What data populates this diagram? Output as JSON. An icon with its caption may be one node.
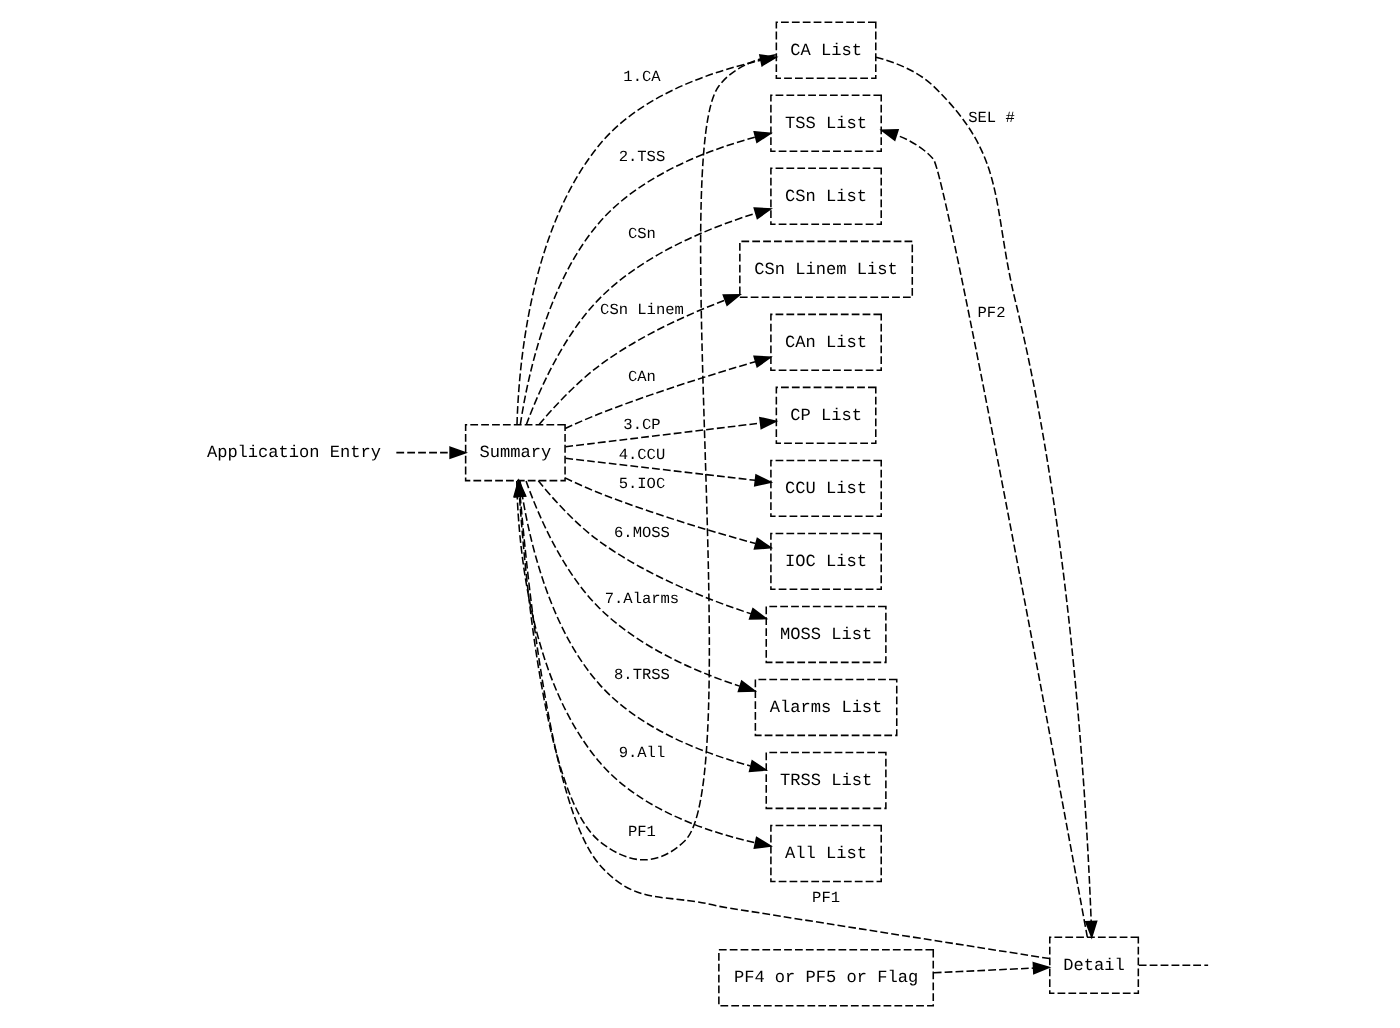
{
  "diagram": {
    "nodes": [
      {
        "text": [
          "Application Entry"
        ]
      },
      {
        "text": [
          "Summary"
        ]
      },
      {
        "text": [
          "CA List"
        ]
      },
      {
        "text": [
          "TSS List"
        ]
      },
      {
        "text": [
          "CSn List"
        ]
      },
      {
        "text": [
          "CSn Linem List"
        ]
      },
      {
        "text": [
          "CAn List"
        ]
      },
      {
        "text": [
          "CP List"
        ]
      },
      {
        "text": [
          "CCU List"
        ]
      },
      {
        "text": [
          "IOC List"
        ]
      },
      {
        "text": [
          "MOSS List"
        ]
      },
      {
        "text": [
          "Alarms List"
        ]
      },
      {
        "text": [
          "TRSS List"
        ]
      },
      {
        "text": [
          "All List"
        ]
      },
      {
        "text": [
          "Detail"
        ]
      },
      {
        "text": [
          "PF4 or PF5 or Flag"
        ]
      }
    ],
    "edges": [
      {
        "from": 0,
        "to": 1,
        "arrow": "to"
      },
      {
        "from": 1,
        "to": 2,
        "arrow": "to",
        "label": "1.CA"
      },
      {
        "from": 1,
        "to": 3,
        "arrow": "to",
        "label": "2.TSS"
      },
      {
        "from": 1,
        "to": 4,
        "arrow": "to",
        "label": "CSn"
      },
      {
        "from": 1,
        "to": 5,
        "arrow": "to",
        "label": "CSn Linem"
      },
      {
        "from": 1,
        "to": 6,
        "arrow": "to",
        "label": "CAn"
      },
      {
        "from": 1,
        "to": 7,
        "arrow": "to",
        "label": "3.CP"
      },
      {
        "from": 1,
        "to": 8,
        "arrow": "to",
        "label": "4.CCU"
      },
      {
        "from": 1,
        "to": 9,
        "arrow": "to",
        "label": "5.IOC"
      },
      {
        "from": 1,
        "to": 10,
        "arrow": "to",
        "label": "6.MOSS"
      },
      {
        "from": 1,
        "to": 11,
        "arrow": "to",
        "label": "7.Alarms"
      },
      {
        "from": 1,
        "to": 12,
        "arrow": "to",
        "label": "8.TRSS"
      },
      {
        "from": 1,
        "to": 13,
        "arrow": "to",
        "label": "9.All"
      },
      {
        "from": 2,
        "to": 14,
        "arrow": "to",
        "label": "SEL #"
      },
      {
        "from": 14,
        "to": 3,
        "arrow": "to",
        "label": "PF2"
      },
      {
        "from": 2,
        "to": 1,
        "arrow": "to",
        "label": "PF1"
      },
      {
        "from": 14,
        "to": 1,
        "arrow": "to",
        "label": "PF1"
      },
      {
        "from": 15,
        "to": 14,
        "arrow": "to"
      },
      {
        "from": 14,
        "to": null,
        "arrow": "none"
      }
    ]
  }
}
